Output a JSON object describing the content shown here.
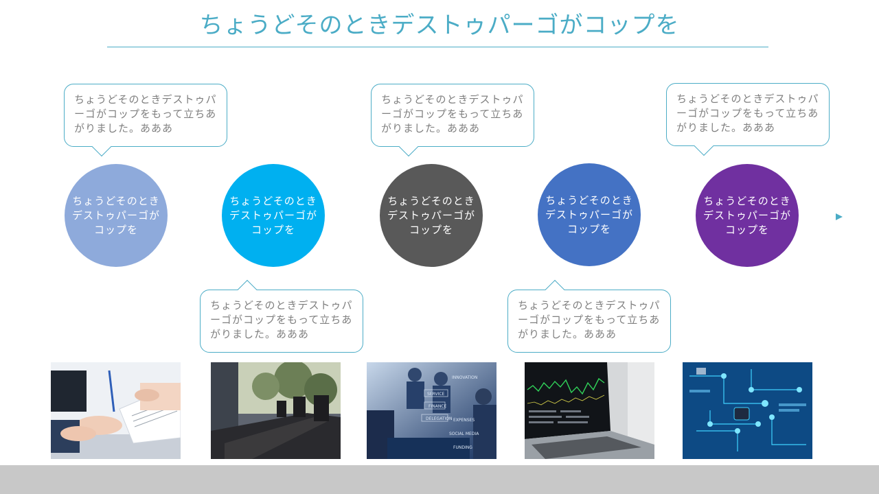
{
  "title": "ちょうどそのときデストゥパーゴがコップを",
  "colors": {
    "accent": "#4bacc6",
    "bubble_text": "#7f7f7f",
    "node1": "#8eaadb",
    "node2": "#00b0f0",
    "node3": "#595959",
    "node4": "#4472c4",
    "node5": "#7030a0",
    "footer": "#c8c8c8"
  },
  "nodes": [
    {
      "label": "ちょうどそのときデストゥパーゴがコップを"
    },
    {
      "label": "ちょうどそのときデストゥパーゴがコップを"
    },
    {
      "label": "ちょうどそのときデストゥパーゴがコップを"
    },
    {
      "label": "ちょうどそのときデストゥパーゴがコップを"
    },
    {
      "label": "ちょうどそのときデストゥパーゴがコップを"
    }
  ],
  "bubbles": [
    {
      "text": "ちょうどそのときデストゥパーゴがコップをもって立ちあがりました。あああ"
    },
    {
      "text": "ちょうどそのときデストゥパーゴがコップをもって立ちあがりました。あああ"
    },
    {
      "text": "ちょうどそのときデストゥパーゴがコップをもって立ちあがりました。あああ"
    },
    {
      "text": "ちょうどそのときデストゥパーゴがコップをもって立ちあがりました。あああ"
    },
    {
      "text": "ちょうどそのときデストゥパーゴがコップをもって立ちあがりました。あああ"
    }
  ],
  "photos": [
    {
      "icon": "document-signing-photo"
    },
    {
      "icon": "conference-room-photo"
    },
    {
      "icon": "business-concept-photo",
      "words": [
        "INNOVATION",
        "SERVICE",
        "FINANCE",
        "DELEGATION",
        "EXPENSES",
        "SOCIAL MEDIA",
        "FUNDING"
      ]
    },
    {
      "icon": "stock-chart-laptop-photo"
    },
    {
      "icon": "digital-network-photo"
    }
  ]
}
